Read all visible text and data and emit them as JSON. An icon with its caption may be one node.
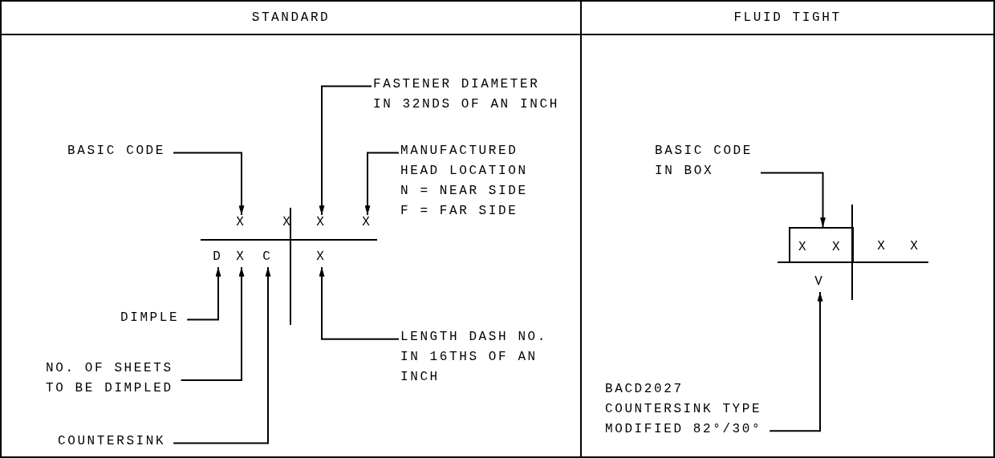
{
  "diagram": {
    "nodes": [
      {
        "text": [
          "STANDARD"
        ]
      },
      {
        "text": [
          "FASTENER DIAMETER IN 32NDS OF AN INCH"
        ],
        "in": 0
      },
      {
        "text": [
          "BASIC CODE"
        ],
        "in": 0
      },
      {
        "text": [
          "MANUFACTURED HEAD LOCATION N = NEAR SIDE F = FAR SIDE"
        ],
        "in": 0
      },
      {
        "text": [
          "X"
        ],
        "in": 0
      },
      {
        "text": [
          "X"
        ],
        "in": 0
      },
      {
        "text": [
          "X"
        ],
        "in": 0
      },
      {
        "text": [
          "D"
        ],
        "in": 0
      },
      {
        "text": [
          "X"
        ],
        "in": 0
      },
      {
        "text": [
          "C"
        ],
        "in": 0
      },
      {
        "text": [
          "X"
        ],
        "in": 0
      },
      {
        "text": [
          "DIMPLE"
        ],
        "in": 0
      },
      {
        "text": [
          "LENGTH DASH NO. IN 16THS OF AN INCH"
        ],
        "in": 0
      },
      {
        "text": [
          "NO. OF SHEETS TO BE DIMPLED"
        ],
        "in": 0
      },
      {
        "text": [
          "COUNTERSINK"
        ],
        "in": 0
      },
      {
        "text": [
          "FLUID TIGHT"
        ]
      },
      {
        "text": [
          "BASIC CODE IN BOX"
        ],
        "in": 15
      },
      {
        "text": [
          "X",
          "X"
        ],
        "in": 15
      },
      {
        "text": [
          "V"
        ],
        "in": 15
      },
      {
        "text": [
          "BACD2027 COUNTERSINK TYPE MODIFIED 82°/30°"
        ],
        "in": 15
      }
    ],
    "edges": [
      {
        "from": 2,
        "to": 4,
        "arrow": "to"
      },
      {
        "from": 1,
        "to": 5,
        "arrow": "to"
      },
      {
        "from": 3,
        "to": 6,
        "arrow": "to"
      },
      {
        "from": 11,
        "to": 7,
        "arrow": "to"
      },
      {
        "from": 13,
        "to": 8,
        "arrow": "to"
      },
      {
        "from": 14,
        "to": 9,
        "arrow": "to"
      },
      {
        "from": 12,
        "to": 10,
        "arrow": "to"
      },
      {
        "from": 16,
        "to": 17,
        "arrow": "to"
      },
      {
        "from": 19,
        "to": 18,
        "arrow": "to"
      }
    ],
    "labels": [
      "X",
      "X",
      "X"
    ]
  }
}
